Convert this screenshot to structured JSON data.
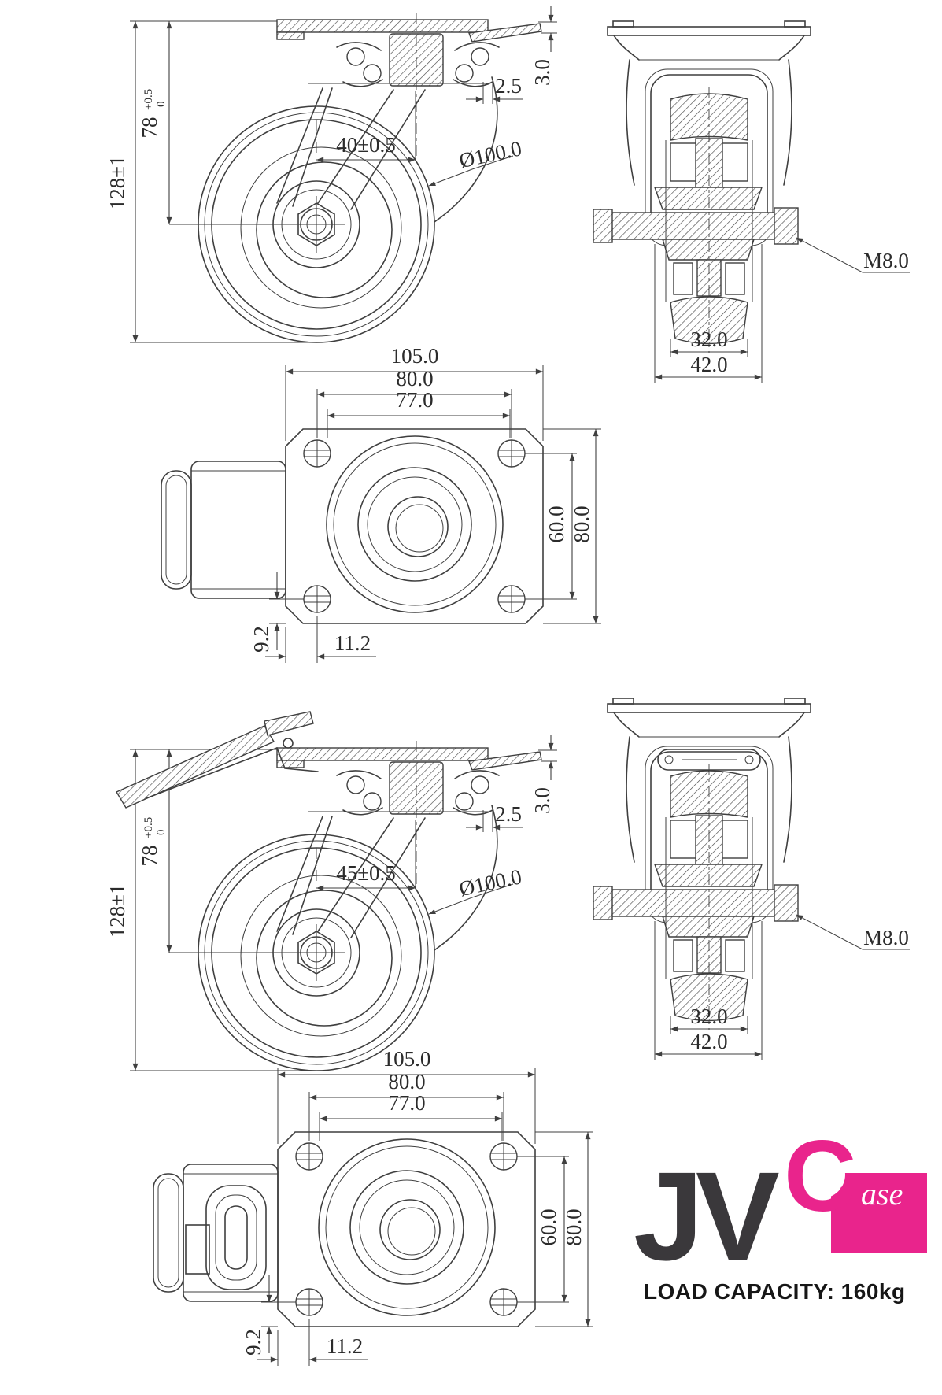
{
  "casters": {
    "swivel": {
      "front_view": {
        "overall_height": "128±1",
        "mounting_height": "78",
        "mounting_height_tol_upper": "+0.5",
        "mounting_height_tol_lower": "0",
        "swivel_offset": "40±0.5",
        "wheel_diameter": "Ø100.0",
        "plate_thickness": "3.0",
        "plate_step": "2.5"
      },
      "side_view": {
        "axle_thread": "M8.0",
        "wheel_width": "32.0",
        "hub_width": "42.0"
      },
      "plate_view": {
        "plate_length": "105.0",
        "bolt_spacing_length": "80.0",
        "slot_spacing_length": "77.0",
        "bolt_spacing_width": "60.0",
        "plate_width": "80.0",
        "bolt_edge_offset_vertical": "9.2",
        "bolt_edge_offset_horizontal": "11.2"
      }
    },
    "braked": {
      "front_view": {
        "overall_height": "128±1",
        "mounting_height": "78",
        "mounting_height_tol_upper": "+0.5",
        "mounting_height_tol_lower": "0",
        "swivel_offset": "45±0.5",
        "wheel_diameter": "Ø100.0",
        "plate_thickness": "3.0",
        "plate_step": "2.5"
      },
      "side_view": {
        "axle_thread": "M8.0",
        "wheel_width": "32.0",
        "hub_width": "42.0"
      },
      "plate_view": {
        "plate_length": "105.0",
        "bolt_spacing_length": "80.0",
        "slot_spacing_length": "77.0",
        "bolt_spacing_width": "60.0",
        "plate_width": "80.0",
        "bolt_edge_offset_vertical": "9.2",
        "bolt_edge_offset_horizontal": "11.2"
      }
    }
  },
  "branding": {
    "logo_text": "JV",
    "logo_letter": "C",
    "logo_suffix": "ase",
    "load_capacity": "LOAD CAPACITY: 160kg"
  },
  "colors": {
    "line": "#3f3f3f",
    "dim_text": "#2b2b2b",
    "accent_pink": "#E9248C",
    "logo_dark": "#3a383b",
    "background": "#ffffff"
  }
}
